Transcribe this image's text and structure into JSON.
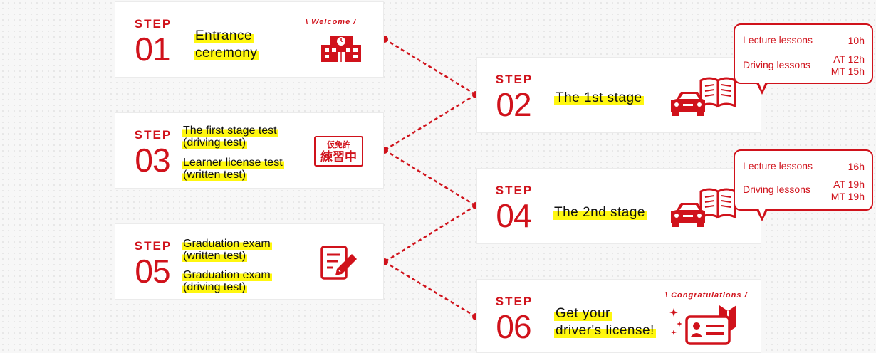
{
  "steps": [
    {
      "step_label": "STEP",
      "number": "01",
      "title_lines": [
        "Entrance",
        "ceremony"
      ],
      "caption": "\\ Welcome /"
    },
    {
      "step_label": "STEP",
      "number": "02",
      "title_lines": [
        "The 1st stage"
      ],
      "lessons": {
        "lecture_label": "Lecture lessons",
        "lecture_hours": "10h",
        "driving_label": "Driving lessons",
        "driving_at": "AT 12h",
        "driving_mt": "MT 15h"
      }
    },
    {
      "step_label": "STEP",
      "number": "03",
      "texts": [
        "The first stage test",
        "(driving test)",
        "Learner license test",
        "(written test)"
      ],
      "badge": {
        "top": "仮免許",
        "main": "練習中"
      }
    },
    {
      "step_label": "STEP",
      "number": "04",
      "title_lines": [
        "The 2nd stage"
      ],
      "lessons": {
        "lecture_label": "Lecture lessons",
        "lecture_hours": "16h",
        "driving_label": "Driving lessons",
        "driving_at": "AT 19h",
        "driving_mt": "MT 19h"
      }
    },
    {
      "step_label": "STEP",
      "number": "05",
      "texts": [
        "Graduation exam",
        "(written test)",
        "Graduation exam",
        "(driving test)"
      ]
    },
    {
      "step_label": "STEP",
      "number": "06",
      "title_lines": [
        "Get your",
        "driver's license!"
      ],
      "caption": "\\ Congratulations /"
    }
  ],
  "icons": {
    "step01": "school-building-icon",
    "step02": "car-and-book-icon",
    "step03": "learner-badge-icon",
    "step04": "car-and-book-icon",
    "step05": "exam-sheet-pencil-icon",
    "step06": "license-card-icon"
  },
  "colors": {
    "accent": "#d0121b",
    "highlight": "#fff70f",
    "card_background": "#ffffff"
  }
}
